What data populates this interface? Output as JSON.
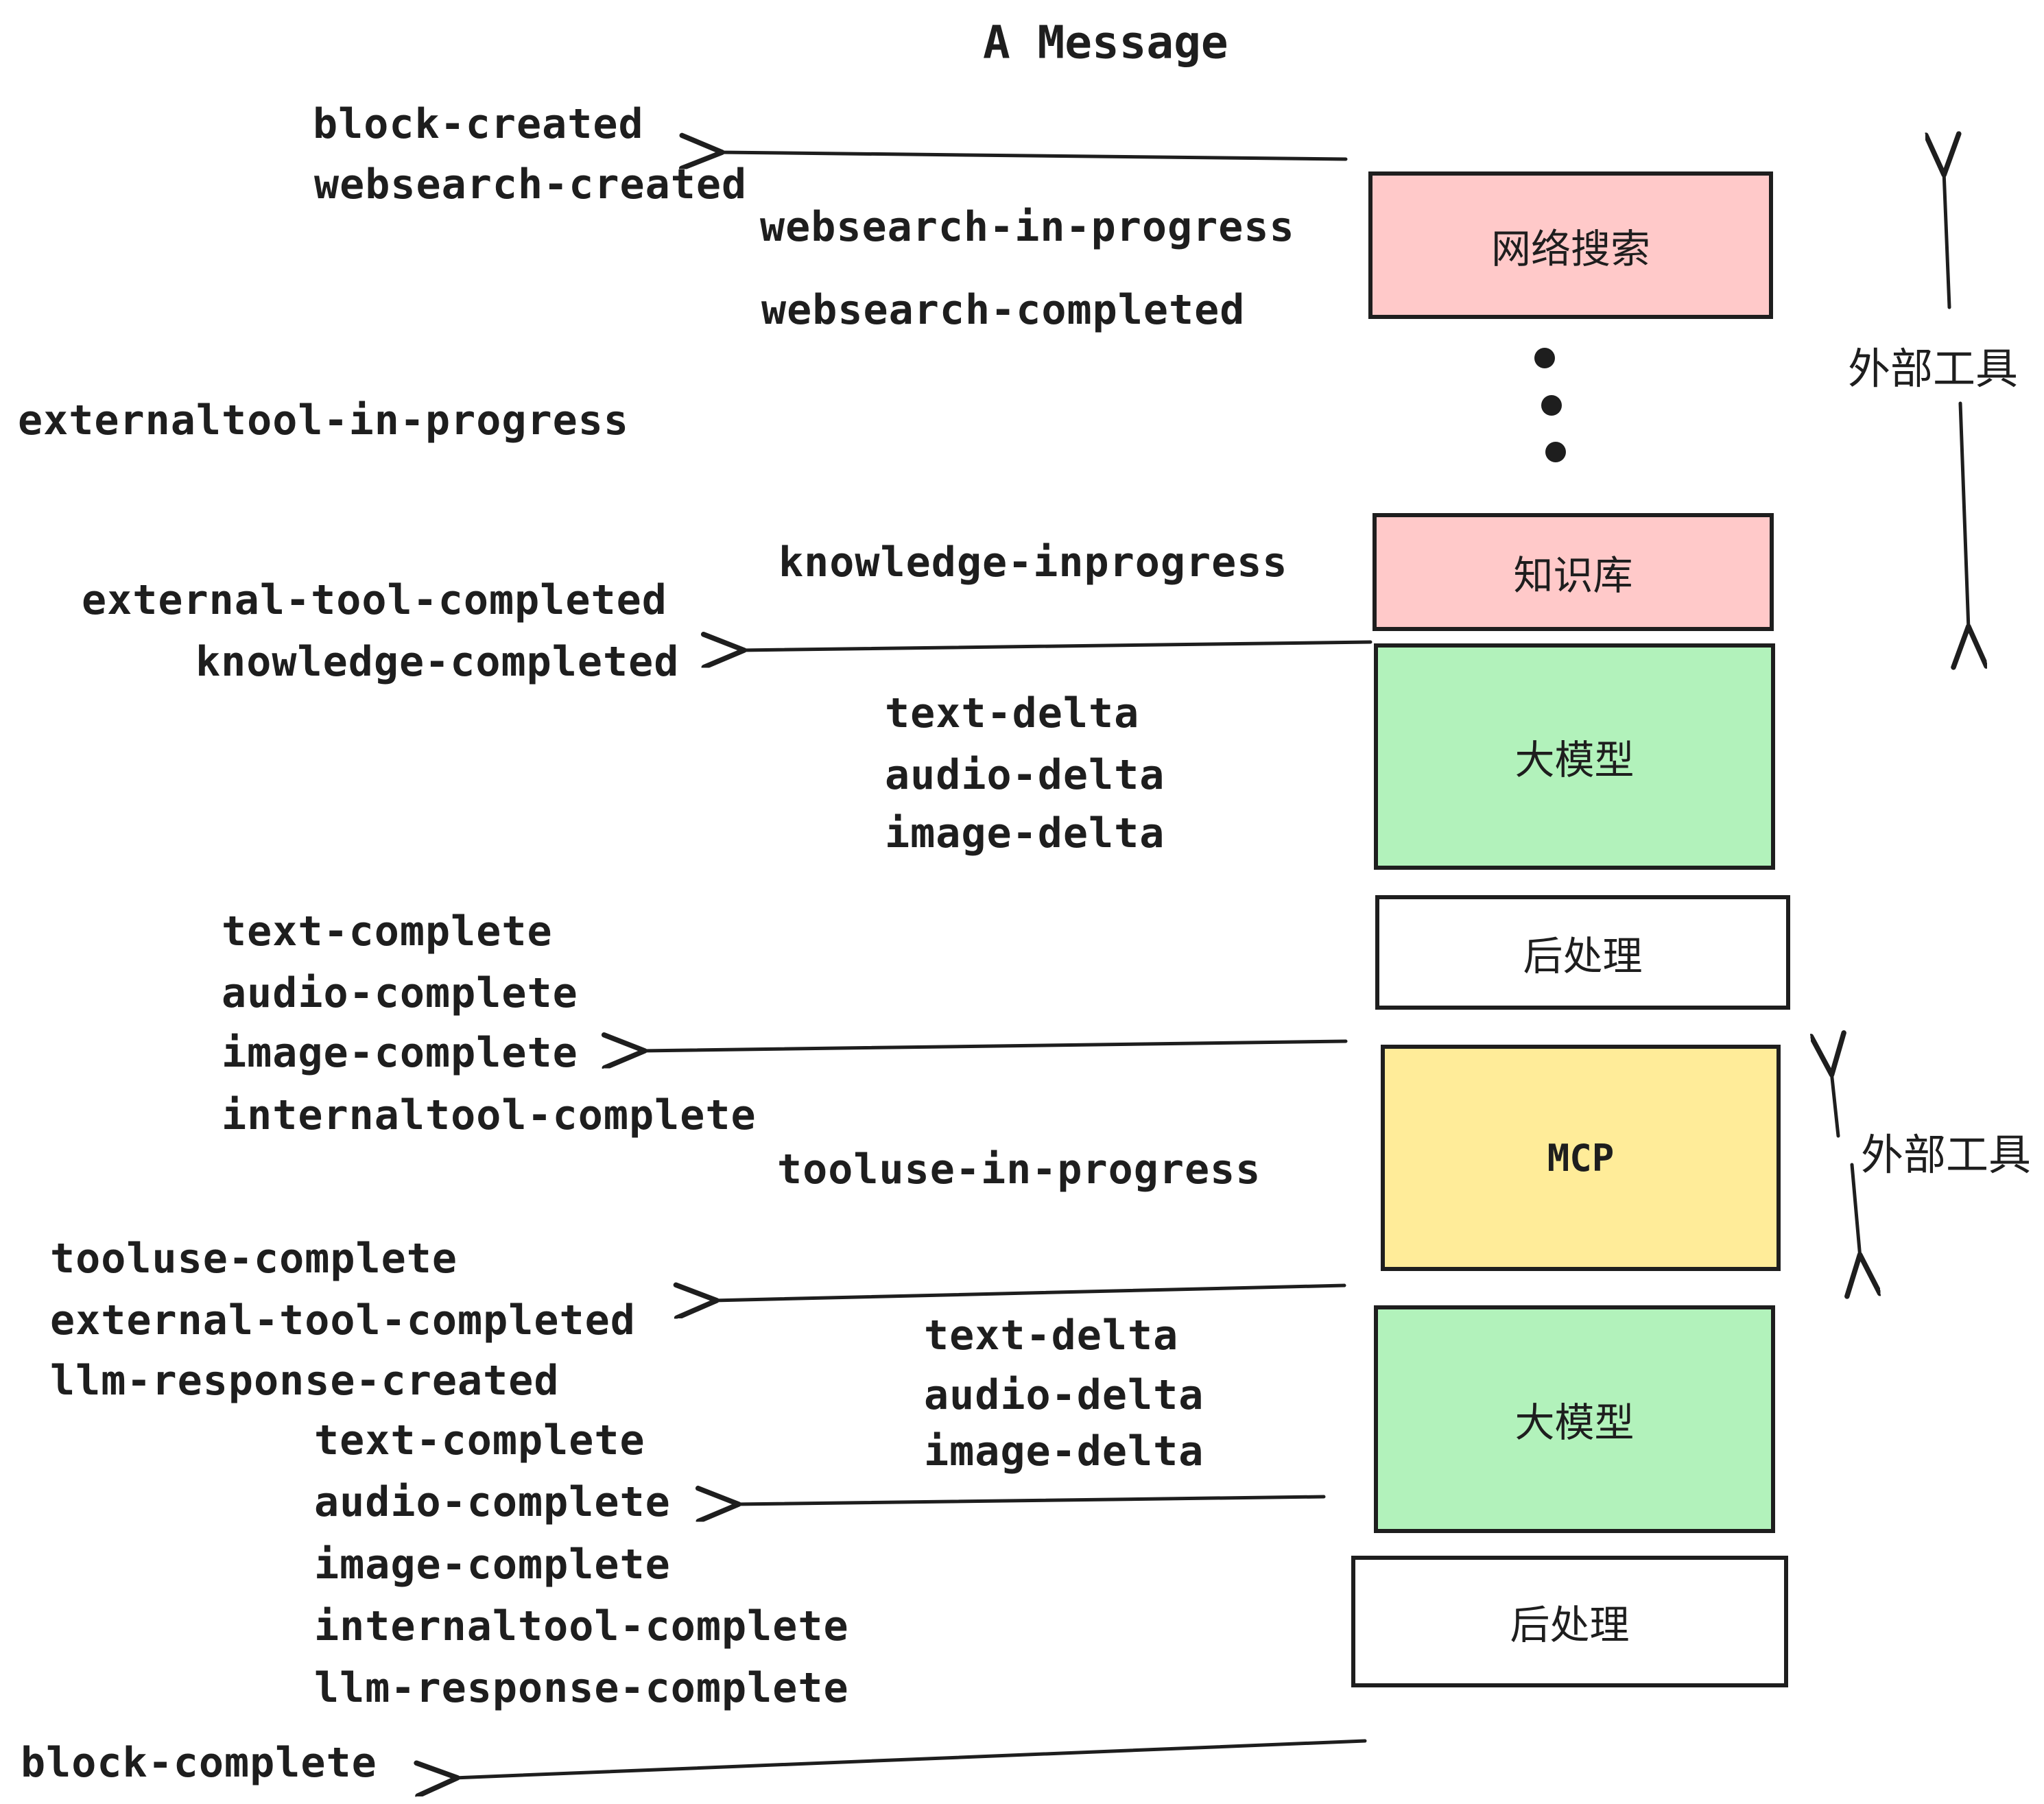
{
  "title": "A Message",
  "events": {
    "block_created": "block-created",
    "websearch_created": "websearch-created",
    "websearch_in_progress": "websearch-in-progress",
    "websearch_completed": "websearch-completed",
    "externaltool_in_progress": "externaltool-in-progress",
    "knowledge_inprogress": "knowledge-inprogress",
    "external_tool_completed": "external-tool-completed",
    "knowledge_completed": "knowledge-completed",
    "text_delta": "text-delta",
    "audio_delta": "audio-delta",
    "image_delta": "image-delta",
    "text_complete": "text-complete",
    "audio_complete": "audio-complete",
    "image_complete": "image-complete",
    "internaltool_complete": "internaltool-complete",
    "tooluse_in_progress": "tooluse-in-progress",
    "tooluse_complete": "tooluse-complete",
    "llm_response_created": "llm-response-created",
    "llm_response_complete": "llm-response-complete",
    "block_complete": "block-complete"
  },
  "boxes": {
    "websearch": "网络搜索",
    "knowledge": "知识库",
    "llm": "大模型",
    "postprocess": "后处理",
    "mcp": "MCP"
  },
  "side": {
    "external_tools": "外部工具"
  },
  "colors": {
    "box_pink": "#ffc9c9",
    "box_green": "#b2f2bb",
    "box_yellow": "#ffec99",
    "box_white": "#ffffff",
    "ink": "#1e1e1e"
  }
}
